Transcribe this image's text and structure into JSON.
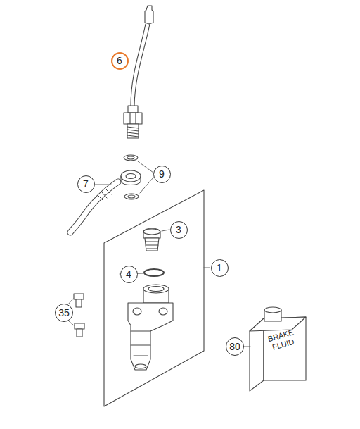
{
  "diagram": {
    "nodes": [
      {
        "text": [
          "6"
        ]
      },
      {
        "text": [
          "9"
        ]
      },
      {
        "text": [
          "7"
        ]
      },
      {
        "text": [
          "3"
        ]
      },
      {
        "text": [
          "1"
        ]
      },
      {
        "text": [
          "4"
        ]
      },
      {
        "text": [
          "35"
        ]
      },
      {
        "text": [
          "80"
        ]
      }
    ],
    "labels": [
      "BRAKE FLUID"
    ]
  }
}
